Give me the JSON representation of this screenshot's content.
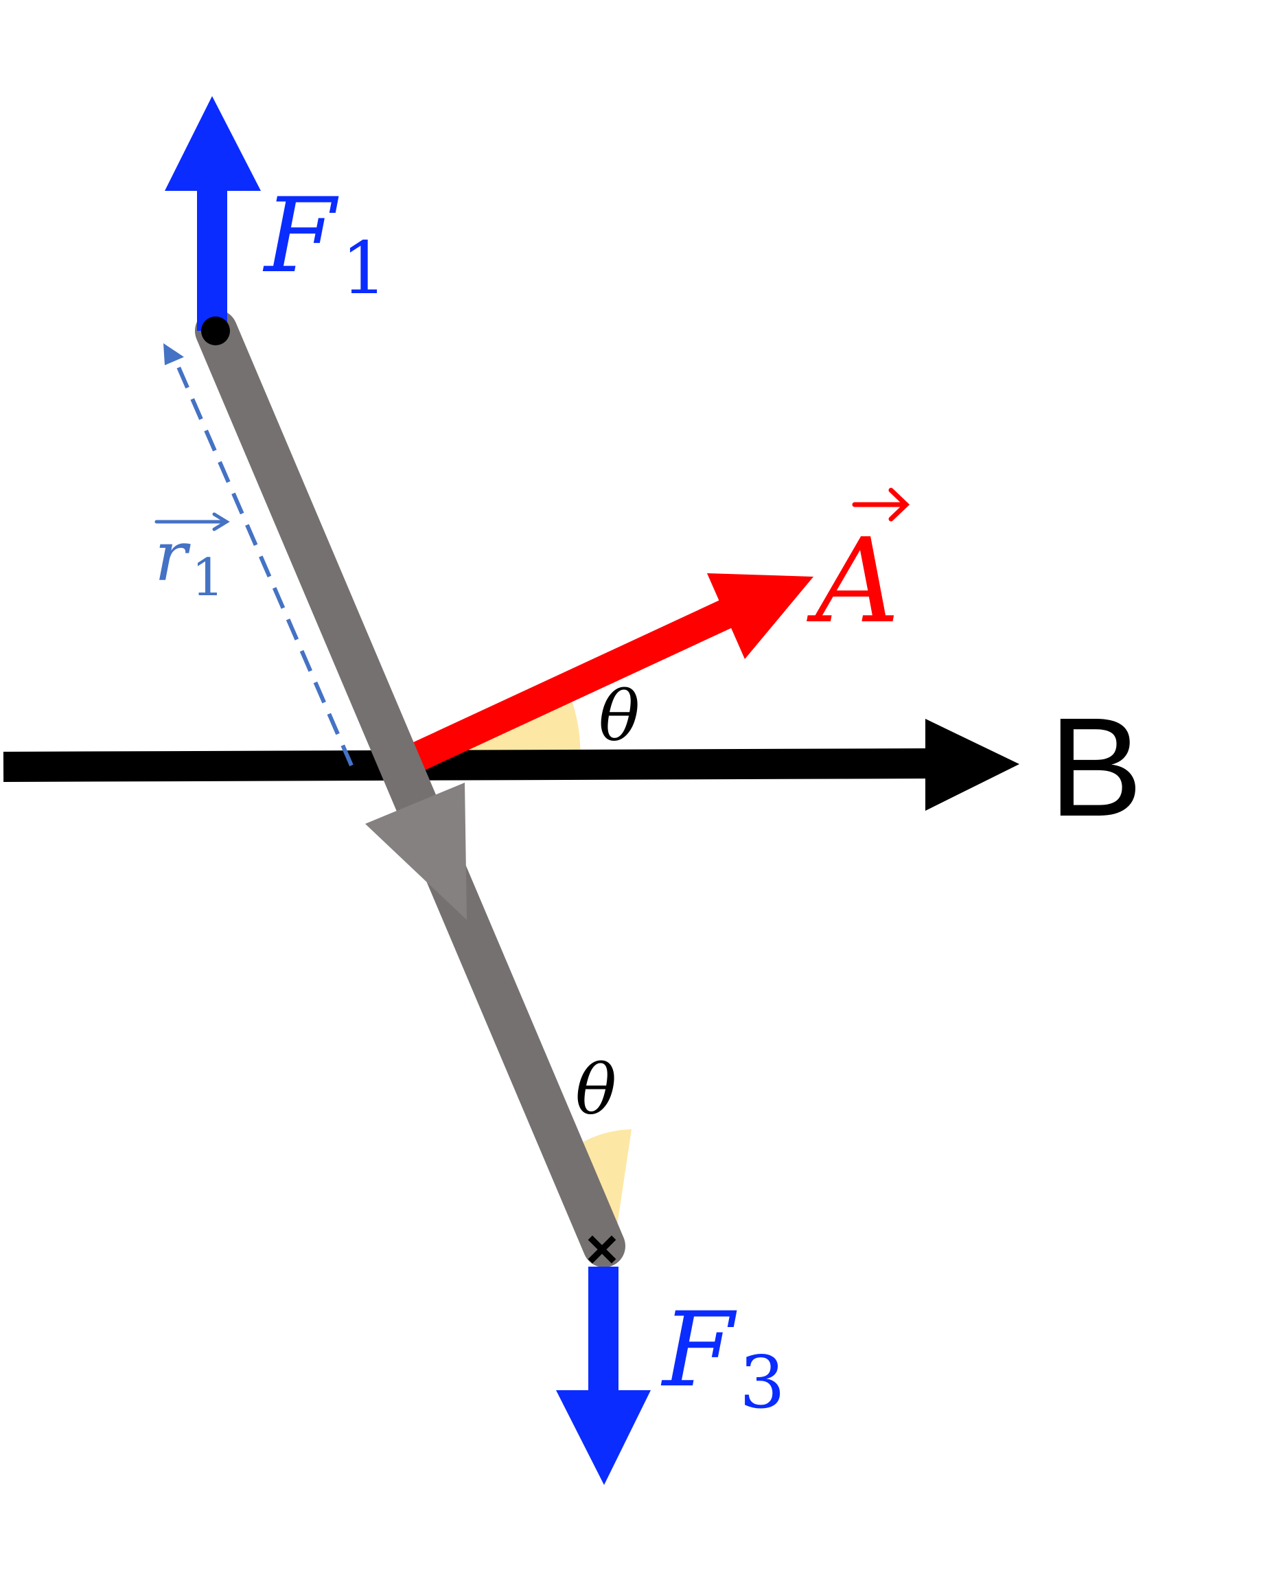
{
  "labels": {
    "force_top": {
      "symbol": "F",
      "subscript": "1"
    },
    "force_bottom": {
      "symbol": "F",
      "subscript": "3"
    },
    "position_vector": {
      "symbol": "r",
      "subscript": "1"
    },
    "vector_a": "A",
    "field_b": "B",
    "angle_top": "θ",
    "angle_bottom": "θ"
  },
  "colors": {
    "force": "#0a2cff",
    "position_vector": "#4472c4",
    "vector_a": "#ff0000",
    "field_b": "#000000",
    "rod": "#757170",
    "angle_marker": "#fde7a4"
  }
}
